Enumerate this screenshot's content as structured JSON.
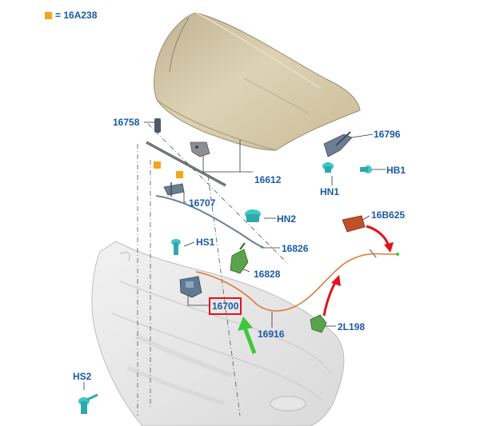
{
  "legend": {
    "text": "= 16A238",
    "color": "#f6a51a"
  },
  "labels": {
    "l16758": "16758",
    "l16796": "16796",
    "lHB1": "HB1",
    "l16612": "16612",
    "lHN1": "HN1",
    "l16707": "16707",
    "lHN2": "HN2",
    "l16B625": "16B625",
    "lHS1": "HS1",
    "l16826": "16826",
    "l16828": "16828",
    "l16700": "16700",
    "l16916": "16916",
    "l2L198": "2L198",
    "lHS2": "HS2"
  },
  "colors": {
    "label": "#1a5aa8",
    "highlight_box": "#e0141c",
    "arrow_green": "#3ec83a",
    "arrow_red": "#e0141c",
    "cable": "#e07a3a",
    "hood": "#d8ccaa",
    "fastener": "#3fc7c7"
  },
  "highlighted_part": "16700"
}
